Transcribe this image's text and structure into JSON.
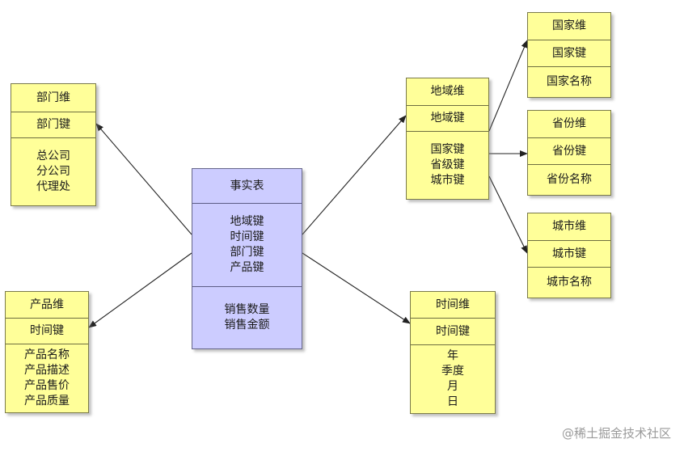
{
  "fact": {
    "title": "事实表",
    "keys": [
      "地域键",
      "时间键",
      "部门键",
      "产品键"
    ],
    "measures": [
      "销售数量",
      "销售金额"
    ]
  },
  "dept": {
    "title": "部门维",
    "key": "部门键",
    "attrs": [
      "总公司",
      "分公司",
      "代理处"
    ]
  },
  "product": {
    "title": "产品维",
    "key": "时间键",
    "attrs": [
      "产品名称",
      "产品描述",
      "产品售价",
      "产品质量"
    ]
  },
  "region": {
    "title": "地域维",
    "key": "地域键",
    "attrs": [
      "国家键",
      "省级键",
      "城市键"
    ]
  },
  "time": {
    "title": "时间维",
    "key": "时间键",
    "attrs": [
      "年",
      "季度",
      "月",
      "日"
    ]
  },
  "country": {
    "title": "国家维",
    "key": "国家键",
    "attrs": [
      "国家名称"
    ]
  },
  "province": {
    "title": "省份维",
    "key": "省份键",
    "attrs": [
      "省份名称"
    ]
  },
  "city": {
    "title": "城市维",
    "key": "城市键",
    "attrs": [
      "城市名称"
    ]
  },
  "watermark": "@稀土掘金技术社区",
  "colors": {
    "dimension_fill": "#ffff99",
    "fact_fill": "#ccccff"
  }
}
